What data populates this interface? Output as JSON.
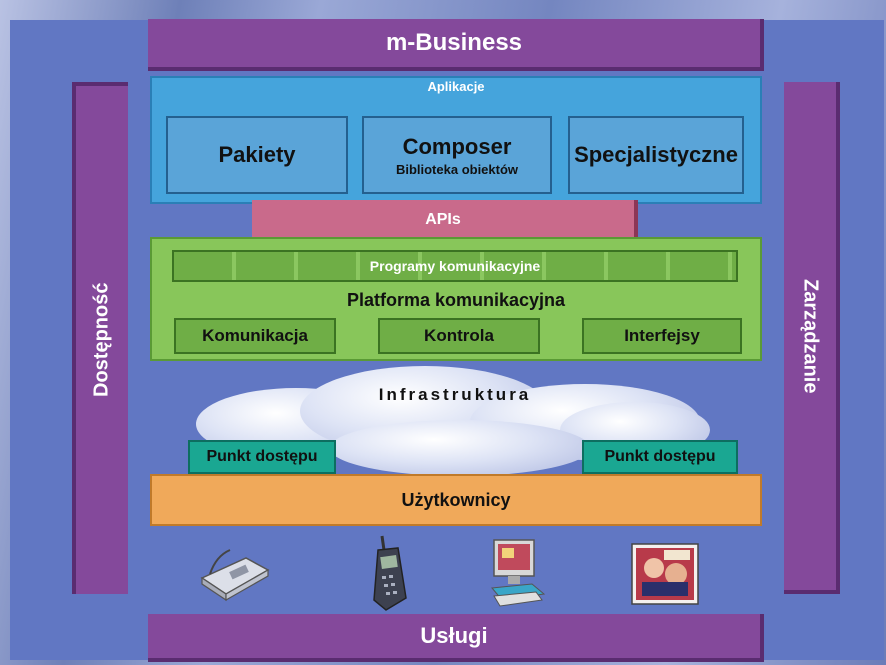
{
  "top_bar": "m-Business",
  "bottom_bar": "Usługi",
  "left_pillar": "Dostępność",
  "right_pillar": "Zarządzanie",
  "applications": {
    "title": "Aplikacje",
    "boxes": [
      {
        "label": "Pakiety"
      },
      {
        "label": "Composer",
        "sublabel": "Biblioteka obiektów"
      },
      {
        "label": "Specjalistyczne"
      }
    ]
  },
  "apis": "APIs",
  "communication": {
    "programs": "Programy komunikacyjne",
    "platform": "Platforma komunikacyjna",
    "boxes": [
      "Komunikacja",
      "Kontrola",
      "Interfejsy"
    ]
  },
  "infrastructure": "Infrastruktura",
  "access_points": [
    "Punkt dostępu",
    "Punkt dostępu"
  ],
  "users": "Użytkownicy",
  "devices": [
    "fax-icon",
    "mobile-phone-icon",
    "computer-icon",
    "photo-icon"
  ]
}
